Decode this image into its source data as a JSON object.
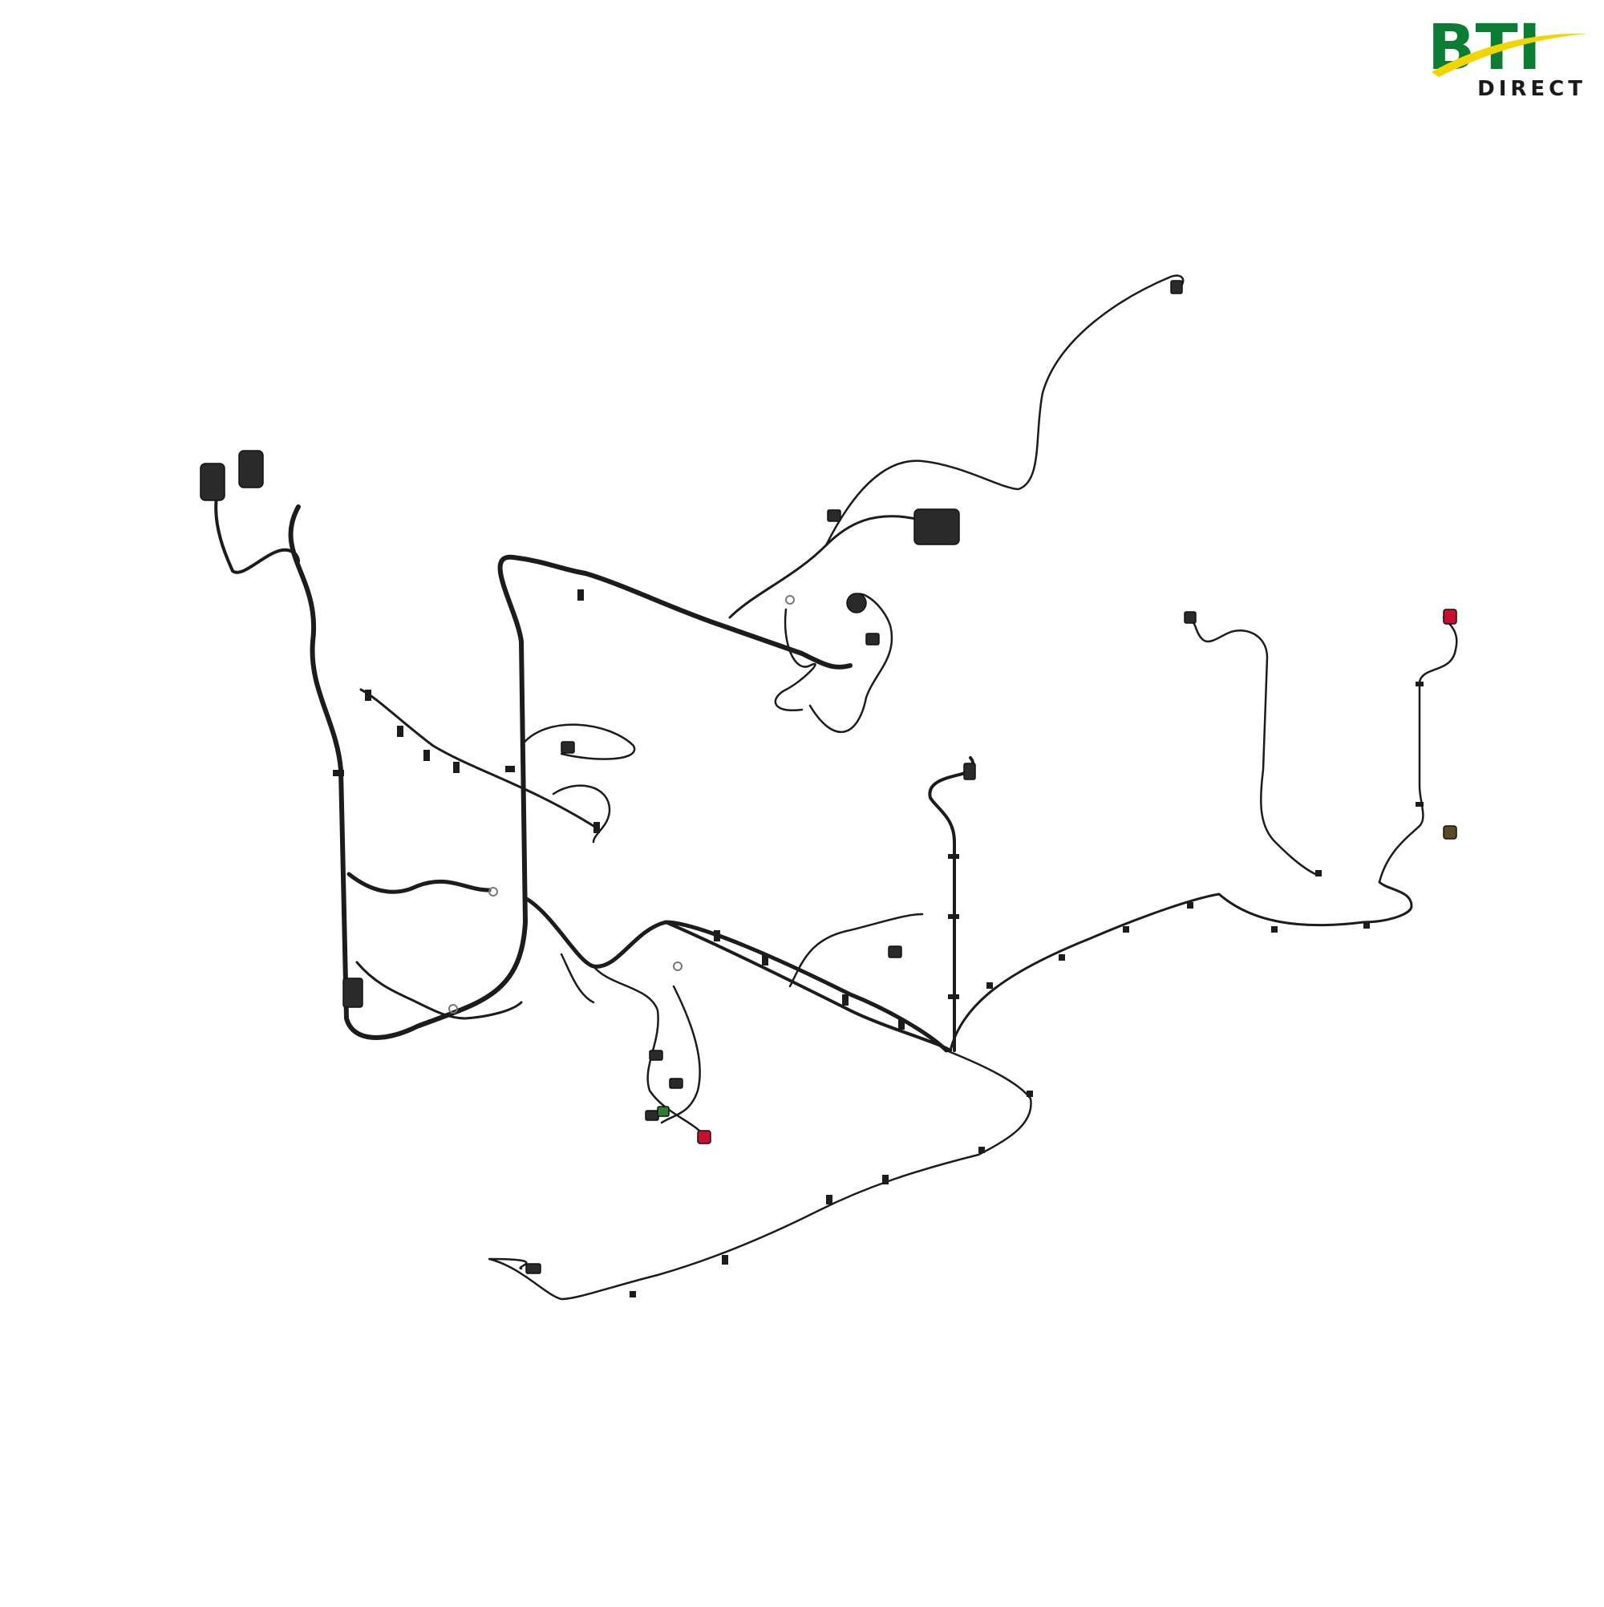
{
  "logo": {
    "brand": "BTI",
    "sub": "DIRECT",
    "colors": {
      "green": "#0a7d32",
      "yellow": "#f2d500",
      "text": "#1a1a1a"
    }
  },
  "illustration": {
    "subject": "wiring-harness",
    "cable_color": "#1c1c1c",
    "connector_colors": [
      "#2a2a2a",
      "#c8102e",
      "#2e7d32",
      "#5a4a2a"
    ]
  }
}
